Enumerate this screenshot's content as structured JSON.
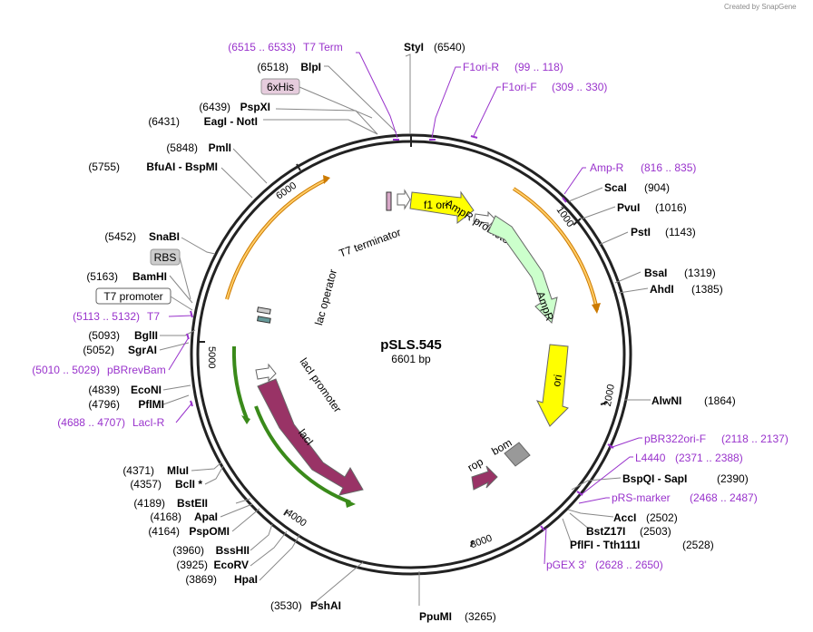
{
  "credit": "Created by SnapGene",
  "plasmid": {
    "name": "pSLS.545",
    "length_label": "6601 bp"
  },
  "ruler": [
    "1000",
    "2000",
    "3000",
    "4000",
    "5000",
    "6000"
  ],
  "sites": [
    {
      "id": "styi",
      "name": "StyI",
      "pos": "(6540)"
    },
    {
      "id": "blpi",
      "name": "BlpI",
      "pos": "(6518)"
    },
    {
      "id": "pspxi",
      "name": "PspXI",
      "pos": "(6439)"
    },
    {
      "id": "eagi",
      "name": "EagI - NotI",
      "pos": "(6431)"
    },
    {
      "id": "pmli",
      "name": "PmlI",
      "pos": "(5848)"
    },
    {
      "id": "bfuai",
      "name": "BfuAI - BspMI",
      "pos": "(5755)"
    },
    {
      "id": "snabi",
      "name": "SnaBI",
      "pos": "(5452)"
    },
    {
      "id": "bamhi",
      "name": "BamHI",
      "pos": "(5163)"
    },
    {
      "id": "bglii",
      "name": "BglII",
      "pos": "(5093)"
    },
    {
      "id": "sgrai",
      "name": "SgrAI",
      "pos": "(5052)"
    },
    {
      "id": "econi",
      "name": "EcoNI",
      "pos": "(4839)"
    },
    {
      "id": "pflmi",
      "name": "PflMI",
      "pos": "(4796)"
    },
    {
      "id": "mlui",
      "name": "MluI",
      "pos": "(4371)"
    },
    {
      "id": "bcli",
      "name": "BclI *",
      "pos": "(4357)"
    },
    {
      "id": "bsteii",
      "name": "BstEII",
      "pos": "(4189)"
    },
    {
      "id": "apai",
      "name": "ApaI",
      "pos": "(4168)"
    },
    {
      "id": "pspomi",
      "name": "PspOMI",
      "pos": "(4164)"
    },
    {
      "id": "bsshii",
      "name": "BssHII",
      "pos": "(3960)"
    },
    {
      "id": "ecorv",
      "name": "EcoRV",
      "pos": "(3925)"
    },
    {
      "id": "hpai",
      "name": "HpaI",
      "pos": "(3869)"
    },
    {
      "id": "pshai",
      "name": "PshAI",
      "pos": "(3530)"
    },
    {
      "id": "ppumi",
      "name": "PpuMI",
      "pos": "(3265)"
    },
    {
      "id": "scai",
      "name": "ScaI",
      "pos": "(904)"
    },
    {
      "id": "pvui",
      "name": "PvuI",
      "pos": "(1016)"
    },
    {
      "id": "psti",
      "name": "PstI",
      "pos": "(1143)"
    },
    {
      "id": "bsai",
      "name": "BsaI",
      "pos": "(1319)"
    },
    {
      "id": "ahdi",
      "name": "AhdI",
      "pos": "(1385)"
    },
    {
      "id": "alwni",
      "name": "AlwNI",
      "pos": "(1864)"
    },
    {
      "id": "bspqi",
      "name": "BspQI - SapI",
      "pos": "(2390)"
    },
    {
      "id": "acci",
      "name": "AccI",
      "pos": "(2502)"
    },
    {
      "id": "bstz17i",
      "name": "BstZ17I",
      "pos": "(2503)"
    },
    {
      "id": "pflfi",
      "name": "PflFI - Tth111I",
      "pos": "(2528)"
    }
  ],
  "primers": [
    {
      "id": "t7term",
      "name": "T7 Term",
      "range": "(6515 .. 6533)"
    },
    {
      "id": "f1ori-r",
      "name": "F1ori-R",
      "range": "(99 .. 118)"
    },
    {
      "id": "f1ori-f",
      "name": "F1ori-F",
      "range": "(309 .. 330)"
    },
    {
      "id": "amp-r",
      "name": "Amp-R",
      "range": "(816 .. 835)"
    },
    {
      "id": "t7",
      "name": "T7",
      "range": "(5113 .. 5132)"
    },
    {
      "id": "pbrrevbam",
      "name": "pBRrevBam",
      "range": "(5010 .. 5029)"
    },
    {
      "id": "laci-r",
      "name": "LacI-R",
      "range": "(4688 .. 4707)"
    },
    {
      "id": "pbr322ori-f",
      "name": "pBR322ori-F",
      "range": "(2118 .. 2137)"
    },
    {
      "id": "l4440",
      "name": "L4440",
      "range": "(2371 .. 2388)"
    },
    {
      "id": "prs-marker",
      "name": "pRS-marker",
      "range": "(2468 .. 2487)"
    },
    {
      "id": "pgex3",
      "name": "pGEX 3'",
      "range": "(2628 .. 2650)"
    }
  ],
  "boxed_labels": {
    "his": "6xHis",
    "rbs": "RBS",
    "t7promoter": "T7 promoter"
  },
  "features": {
    "t7terminator": "T7 terminator",
    "f1ori": "f1 ori",
    "ampr_promoter": "AmpR promoter",
    "ampr": "AmpR",
    "ori": "ori",
    "bom": "bom",
    "rop": "rop",
    "laci_promoter": "lacI promoter",
    "laci": "lacI",
    "lac_operator": "lac operator"
  },
  "colors": {
    "backbone": "#222222",
    "primer": "#9933cc",
    "f1ori": "#ffff00",
    "ori": "#ffff00",
    "ampr": "#ccffcc",
    "laci": "#993366",
    "rop": "#993366",
    "bom": "#999999",
    "orange_arc": "#ffcc66",
    "green_arc": "#66cc33",
    "his_box": "#e6ccdd",
    "rbs_box": "#cccccc"
  }
}
